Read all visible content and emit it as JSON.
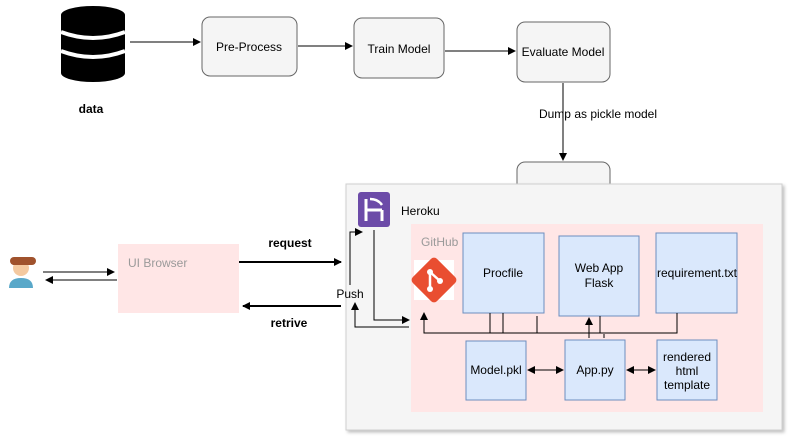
{
  "pipeline": {
    "data_label": "data",
    "preprocess_label": "Pre-Process",
    "train_label": "Train Model",
    "evaluate_label": "Evaluate Model",
    "dump_label": "Dump as pickle model"
  },
  "heroku": {
    "label": "Heroku"
  },
  "github": {
    "label": "GitHub",
    "procfile_label": "Procfile",
    "webapp_line1": "Web App",
    "webapp_line2": "Flask",
    "requirement_label": "requirement.txt",
    "model_label": "Model.pkl",
    "app_label": "App.py",
    "rendered_line1": "rendered",
    "rendered_line2": "html",
    "rendered_line3": "template"
  },
  "client": {
    "browser_label": "UI Browser",
    "request_label": "request",
    "retrive_label": "retrive",
    "push_label": "Push"
  },
  "colors": {
    "node_fill": "#f5f5f5",
    "node_stroke": "#666666",
    "blue_fill": "#dae8fc",
    "blue_stroke": "#6c8ebf",
    "pink_fill": "#ffe6e6",
    "heroku_purple": "#6c4ba8",
    "git_red": "#e94e31"
  }
}
